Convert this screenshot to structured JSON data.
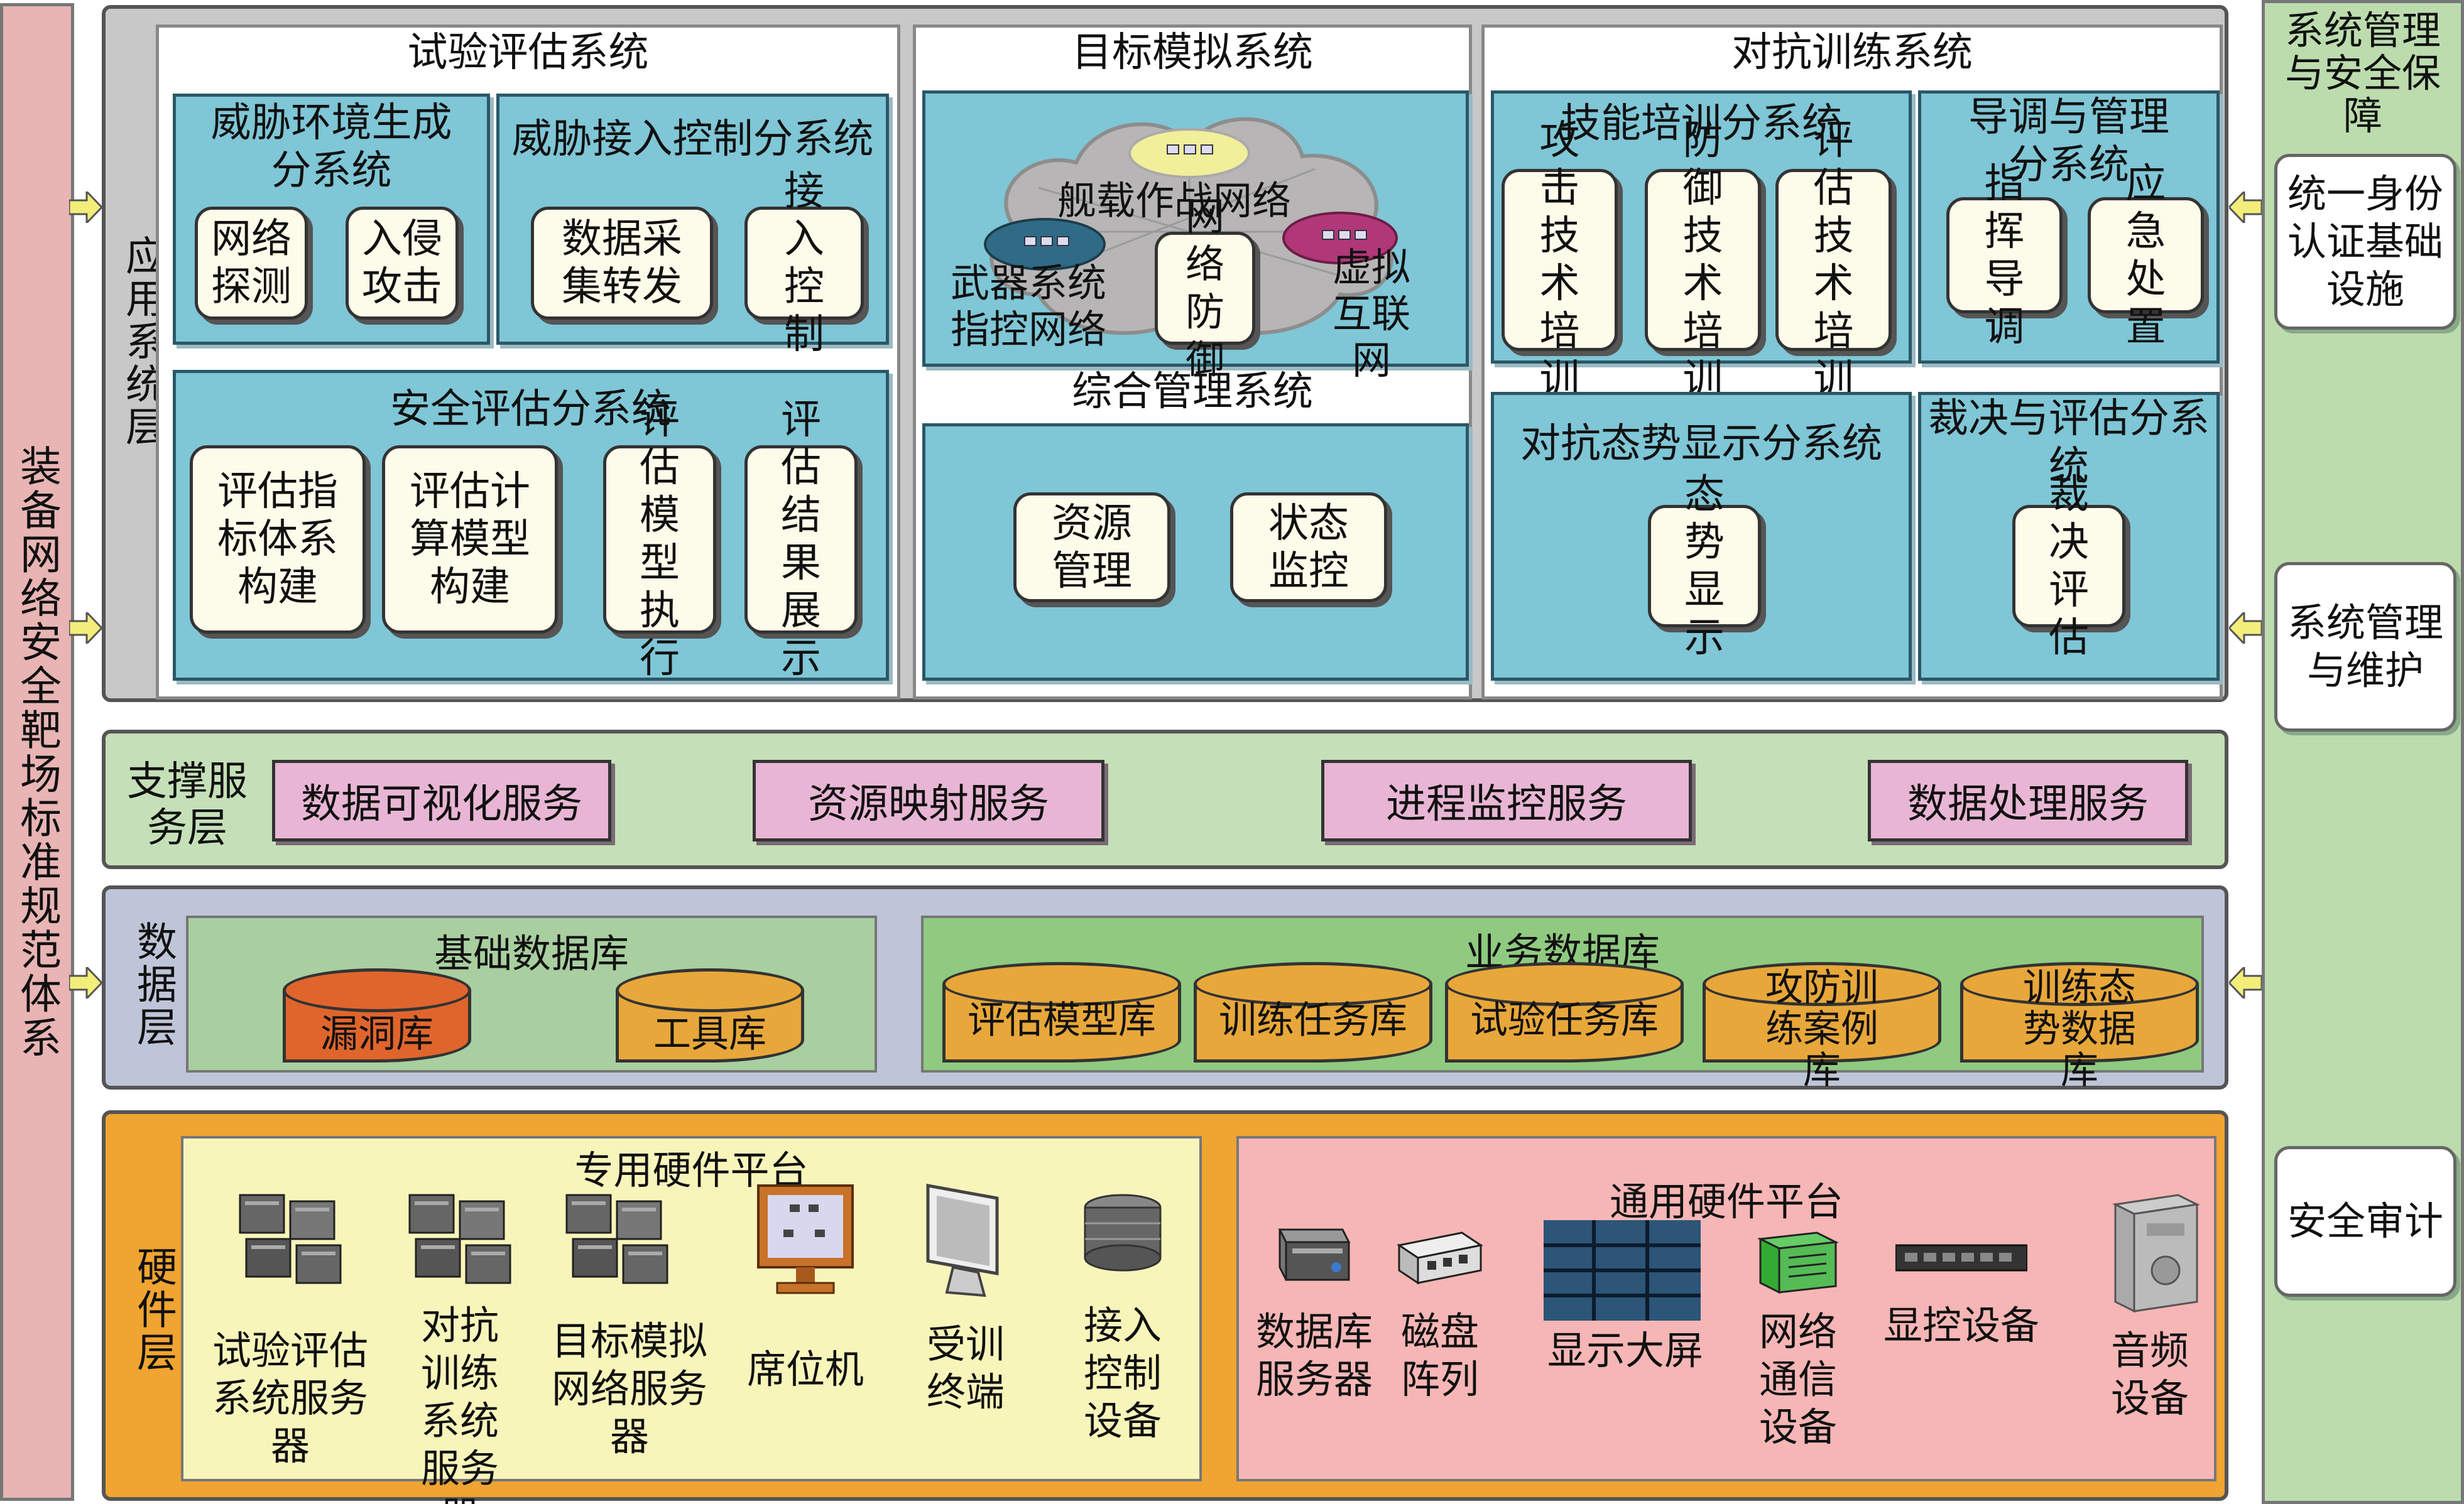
{
  "left_banner": "装备网络安全靶场标准规范体系",
  "right_panel": {
    "title": "系统管理与安全保障",
    "items": [
      "统一身份认证基础设施",
      "系统管理与维护",
      "安全审计"
    ]
  },
  "application_layer": {
    "label": "应用系统层",
    "test_eval": {
      "title": "试验评估系统",
      "threat_env": {
        "title": "威胁环境生成分系统",
        "items": [
          "网络探测",
          "入侵攻击"
        ]
      },
      "threat_access": {
        "title": "威胁接入控制分系统",
        "items": [
          "数据采集转发",
          "接入控制"
        ]
      },
      "security_eval": {
        "title": "安全评估分系统",
        "items": [
          "评估指标体系构建",
          "评估计算模型构建",
          "评估模型执行",
          "评估结果展示"
        ]
      }
    },
    "target_sim": {
      "title": "目标模拟系统",
      "cloud_labels": [
        "舰载作战网络",
        "武器系统指控网络",
        "网络防御",
        "虚拟互联网"
      ]
    },
    "integrated_mgmt": {
      "title": "综合管理系统",
      "items": [
        "资源管理",
        "状态监控"
      ]
    },
    "confrontation": {
      "title": "对抗训练系统",
      "skill": {
        "title": "技能培训分系统",
        "items": [
          "攻击技术培训",
          "防御技术培训",
          "评估技术培训"
        ]
      },
      "director": {
        "title": "导调与管理分系统",
        "items": [
          "指挥导调",
          "应急处置"
        ]
      },
      "situation": {
        "title": "对抗态势显示分系统",
        "items": [
          "态势显示"
        ]
      },
      "ruling": {
        "title": "裁决与评估分系统",
        "items": [
          "裁决评估"
        ]
      }
    }
  },
  "support_layer": {
    "label": "支撑服务层",
    "services": [
      "数据可视化服务",
      "资源映射服务",
      "进程监控服务",
      "数据处理服务"
    ]
  },
  "data_layer": {
    "label": "数据层",
    "basic": {
      "title": "基础数据库",
      "dbs": [
        "漏洞库",
        "工具库"
      ]
    },
    "business": {
      "title": "业务数据库",
      "dbs": [
        "评估模型库",
        "训练任务库",
        "试验任务库",
        "攻防训练案例库",
        "训练态势数据库"
      ]
    }
  },
  "hardware_layer": {
    "label": "硬件层",
    "dedicated": {
      "title": "专用硬件平台",
      "items": [
        "试验评估系统服务器",
        "对抗训练系统服务器",
        "目标模拟网络服务器",
        "席位机",
        "受训终端",
        "接入控制设备"
      ]
    },
    "general": {
      "title": "通用硬件平台",
      "items": [
        "数据库服务器",
        "磁盘阵列",
        "显示大屏",
        "网络通信设备",
        "显控设备",
        "音频设备"
      ]
    }
  },
  "colors": {
    "left_banner": "#e8b4b4",
    "right_panel": "#bcdcae",
    "app_layer": "#c8c8c8",
    "teal": "#7fc6d6",
    "support_layer": "#c5e0b8",
    "service": "#e8b6d4",
    "data_layer": "#bfc5d8",
    "basic_db": "#a9cfa0",
    "business_db": "#8fca80",
    "hardware_layer": "#f0a431",
    "dedicated": "#f8f5bb",
    "general": "#f6b6b6",
    "cyl_orange": "#e8a73a",
    "cyl_red": "#e0652d"
  }
}
